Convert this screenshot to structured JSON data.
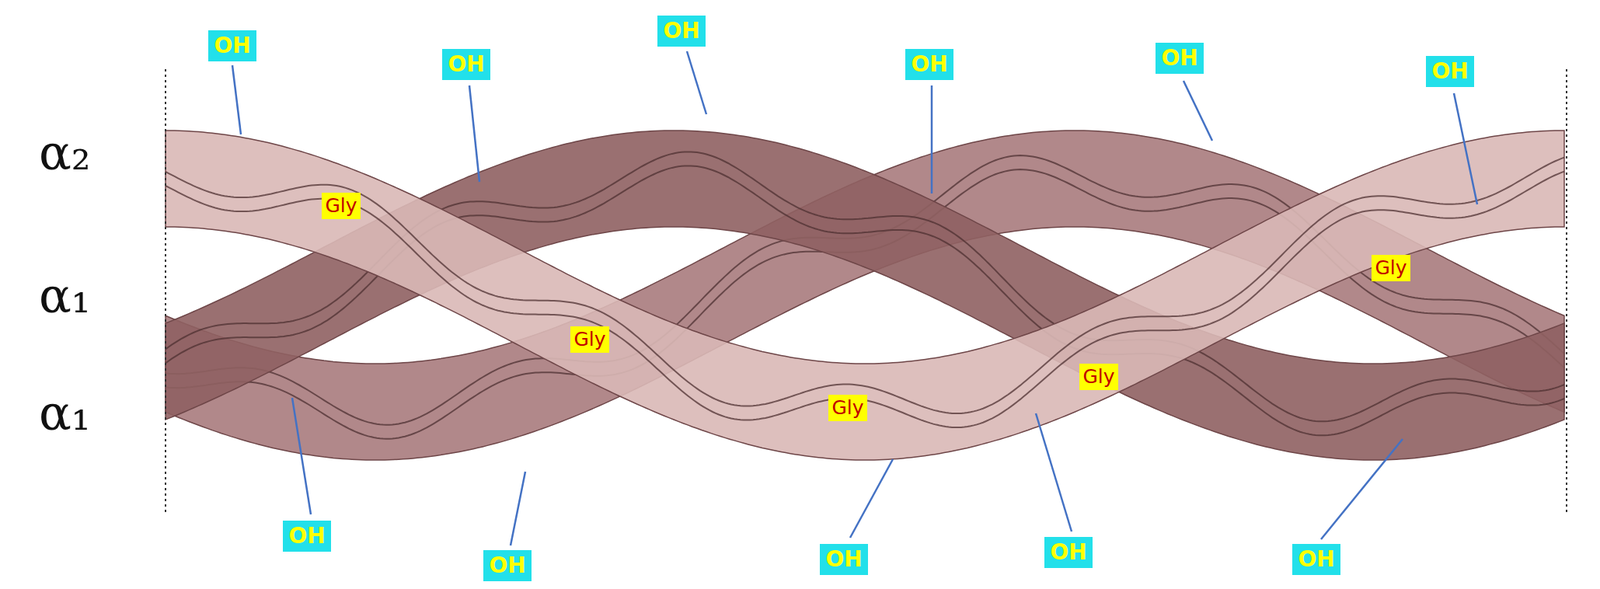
{
  "diagram": {
    "nodes": [
      {
        "text": [
          "OH"
        ]
      },
      {
        "text": [
          "OH"
        ]
      },
      {
        "text": [
          "OH"
        ]
      },
      {
        "text": [
          "OH"
        ]
      },
      {
        "text": [
          "OH"
        ]
      },
      {
        "text": [
          "OH"
        ]
      },
      {
        "text": [
          "Gly"
        ]
      },
      {
        "text": [
          "Gly"
        ]
      },
      {
        "text": [
          "Gly"
        ]
      },
      {
        "text": [
          "Gly"
        ]
      },
      {
        "text": [
          "Gly"
        ]
      },
      {
        "text": [
          "OH"
        ]
      },
      {
        "text": [
          "OH"
        ]
      },
      {
        "text": [
          "OH"
        ]
      },
      {
        "text": [
          "OH"
        ]
      },
      {
        "text": [
          "OH"
        ]
      }
    ],
    "labels": [
      "α₂",
      "α₁",
      "α₁"
    ]
  }
}
